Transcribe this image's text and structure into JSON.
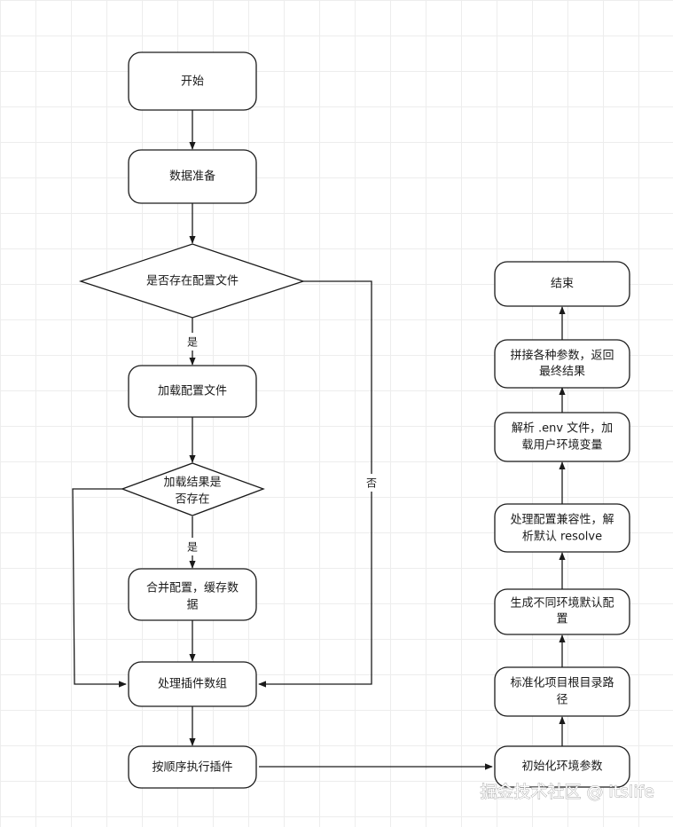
{
  "nodes": {
    "start": "开始",
    "prepare": "数据准备",
    "has_config": "是否存在配置文件",
    "load_config": "加载配置文件",
    "load_result_1": "加载结果是",
    "load_result_2": "否存在",
    "merge_1": "合并配置，缓存数",
    "merge_2": "据",
    "plugins": "处理插件数组",
    "exec_plugins": "按顺序执行插件",
    "init_env": "初始化环境参数",
    "root_path_1": "标准化项目根目录路",
    "root_path_2": "径",
    "env_default_1": "生成不同环境默认配",
    "env_default_2": "置",
    "compat_1": "处理配置兼容性，解",
    "compat_2": "析默认 resolve",
    "dotenv_1": "解析 .env 文件，加",
    "dotenv_2": "载用户环境变量",
    "concat_1": "拼接各种参数，返回",
    "concat_2": "最终结果",
    "end": "结束"
  },
  "edges": {
    "yes_1": "是",
    "no_1": "否",
    "yes_2": "是"
  },
  "watermark": "掘金技术社区 @ itslife"
}
